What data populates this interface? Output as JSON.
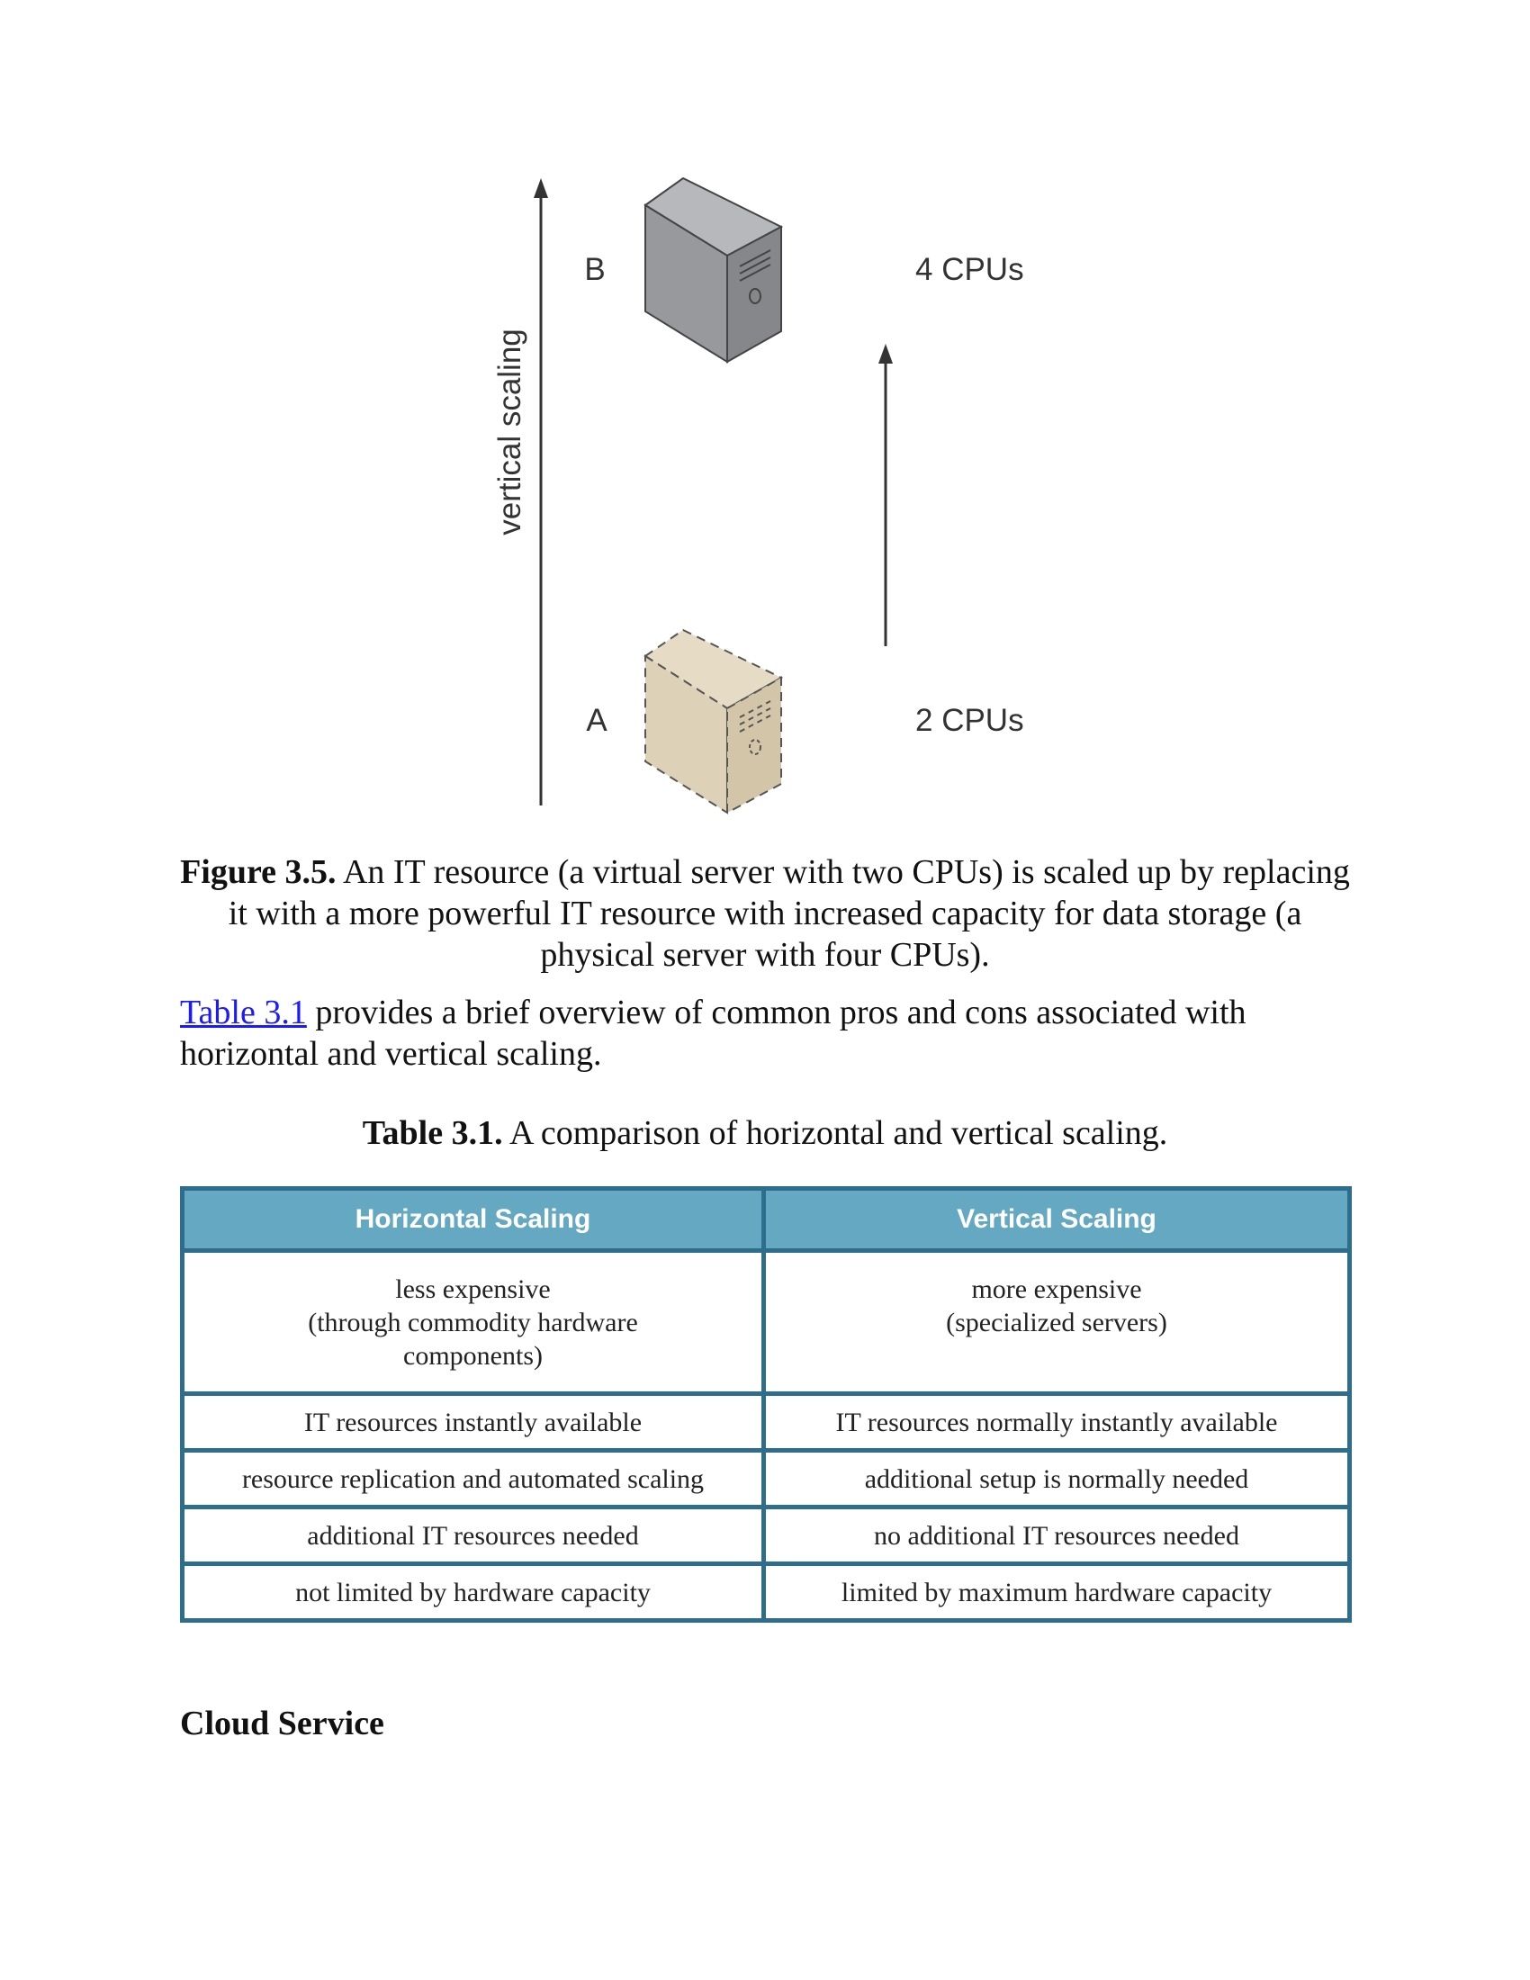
{
  "figure": {
    "axis_label": "vertical scaling",
    "server_b": {
      "letter": "B",
      "capacity": "4 CPUs"
    },
    "server_a": {
      "letter": "A",
      "capacity": "2 CPUs"
    },
    "colors": {
      "server_b": "#97999c",
      "server_a": "#ddd2b8",
      "outline": "#444444"
    }
  },
  "figure_caption": {
    "label": "Figure 3.5.",
    "text": " An IT resource (a virtual server with two CPUs) is scaled up by replacing it with a more powerful IT resource with increased capacity for data storage (a physical server with four CPUs)."
  },
  "paragraph": {
    "link_text": "Table 3.1",
    "text": " provides a brief overview of common pros and cons associated with horizontal and vertical scaling."
  },
  "table_caption": {
    "label": "Table 3.1.",
    "text": " A comparison of horizontal and vertical scaling."
  },
  "table": {
    "headers": [
      "Horizontal Scaling",
      "Vertical Scaling"
    ],
    "rows": [
      {
        "left": [
          "less expensive",
          "(through commodity hardware",
          "components)"
        ],
        "right": [
          "more expensive",
          "(specialized servers)"
        ]
      },
      {
        "left": [
          "IT resources instantly available"
        ],
        "right": [
          "IT resources normally instantly available"
        ]
      },
      {
        "left": [
          "resource replication and automated scaling"
        ],
        "right": [
          "additional setup is normally needed"
        ]
      },
      {
        "left": [
          "additional IT resources needed"
        ],
        "right": [
          "no additional IT resources needed"
        ]
      },
      {
        "left": [
          "not limited by hardware capacity"
        ],
        "right": [
          "limited by maximum hardware capacity"
        ]
      }
    ],
    "colors": {
      "header_bg": "#64a8c2",
      "border": "#2e6e8c"
    }
  },
  "section_heading": "Cloud Service"
}
